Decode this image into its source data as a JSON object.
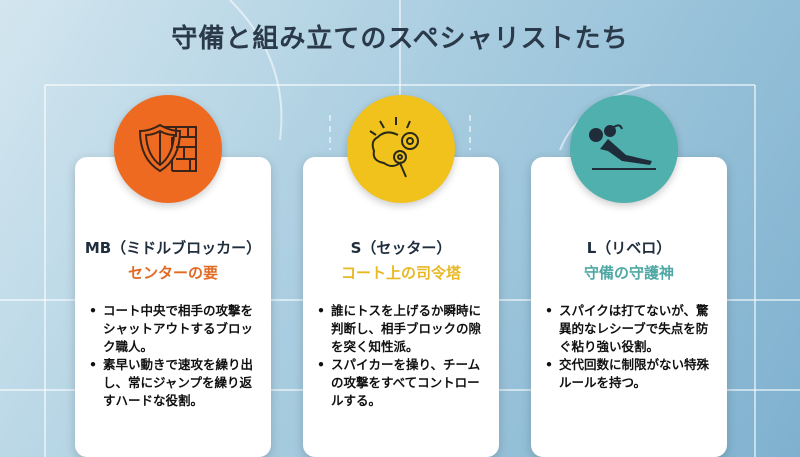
{
  "title": "守備と組み立てのスペシャリストたち",
  "cards": [
    {
      "role": "MB（ミドルブロッカー）",
      "subtitle": "センターの要",
      "color": "#ee6a20",
      "icon": "shield-wall-icon",
      "bullets": [
        "コート中央で相手の攻撃をシャットアウトするブロック職人。",
        "素早い動きで速攻を繰り出し、常にジャンプを繰り返すハードな役割。"
      ]
    },
    {
      "role": "S（セッター）",
      "subtitle": "コート上の司令塔",
      "color": "#f0c21b",
      "icon": "brain-gears-icon",
      "bullets": [
        "誰にトスを上げるか瞬時に判断し、相手ブロックの隙を突く知性派。",
        "スパイカーを操り、チームの攻撃をすべてコントロールする。"
      ]
    },
    {
      "role": "L（リベロ）",
      "subtitle": "守備の守護神",
      "color": "#4fb0ad",
      "icon": "diving-player-icon",
      "bullets": [
        "スパイクは打てないが、驚異的なレシーブで失点を防ぐ粘り強い役割。",
        "交代回数に制限がない特殊ルールを持つ。"
      ]
    }
  ]
}
